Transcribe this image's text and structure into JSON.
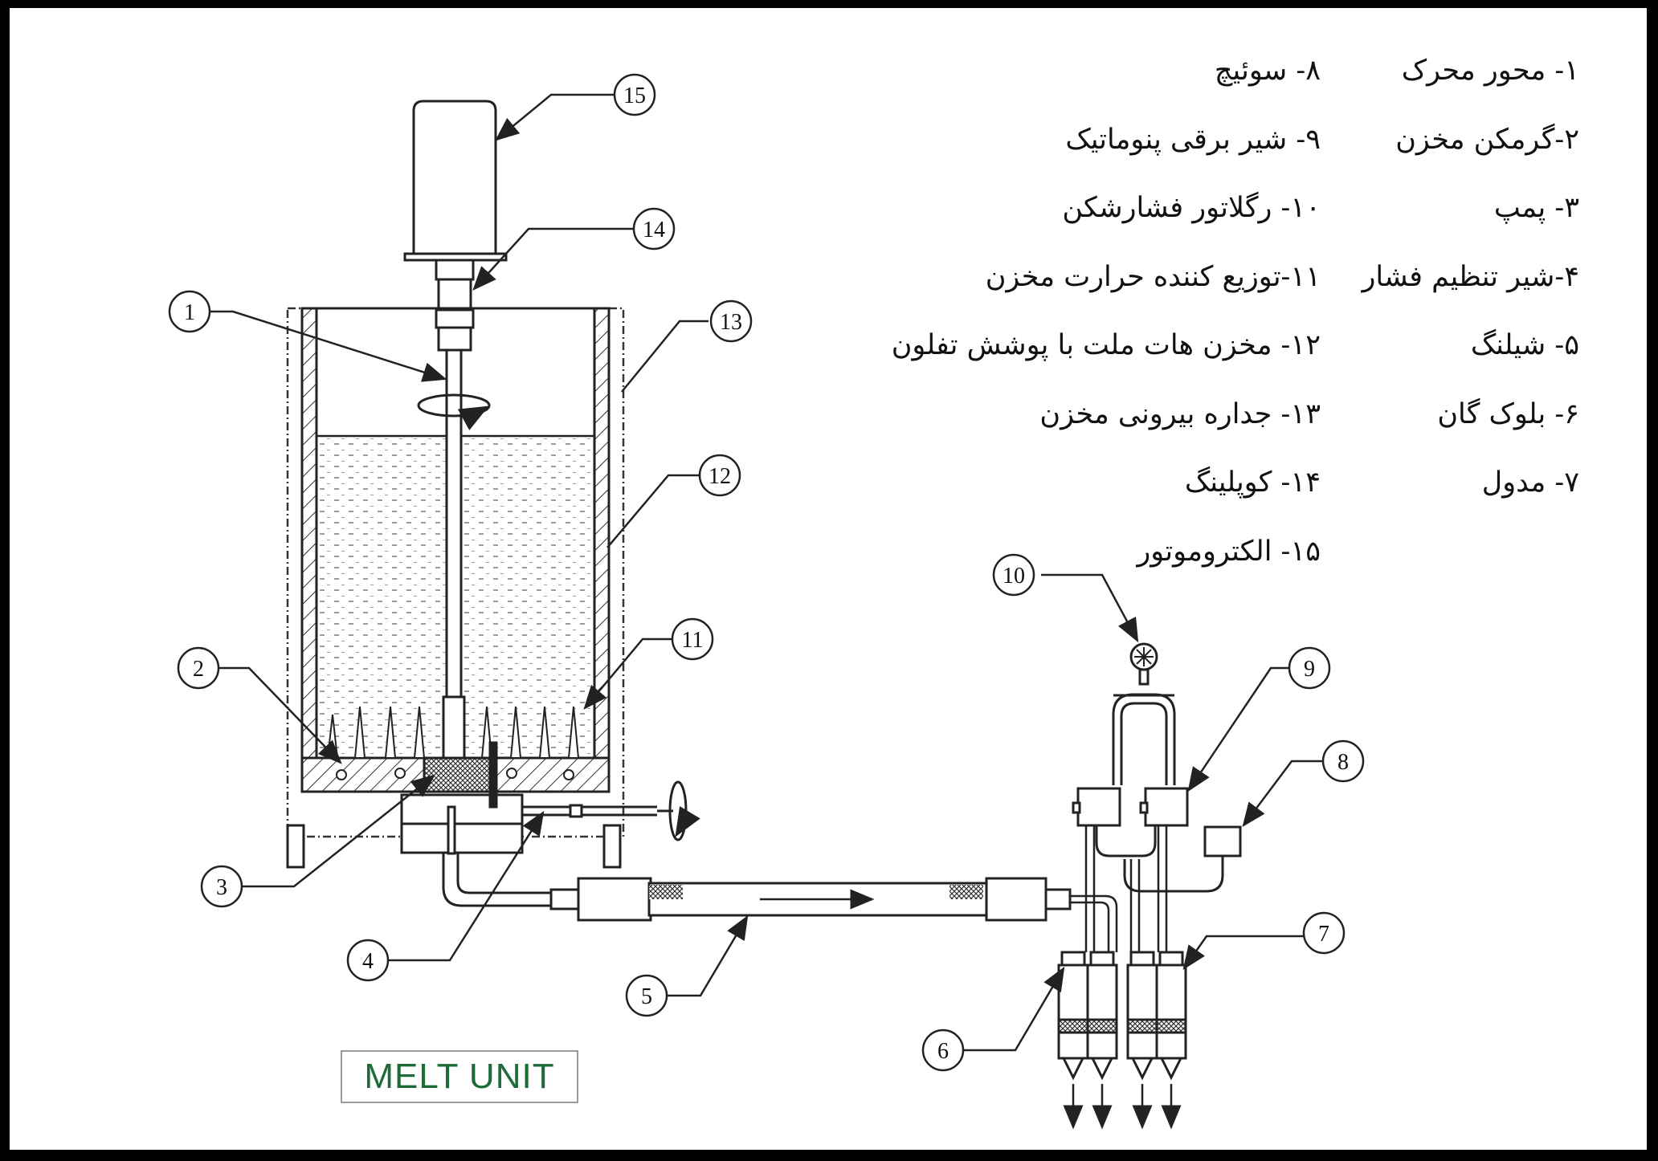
{
  "legend": {
    "right_column": [
      "۱- محور محرک",
      "۲-گرمکن مخزن",
      "۳- پمپ",
      "۴-شیر تنظیم فشار",
      "۵- شیلنگ",
      "۶- بلوک گان",
      "۷- مدول"
    ],
    "left_column": [
      "۸- سوئیچ",
      "۹- شیر برقی پنوماتیک",
      "۱۰- رگلاتور فشارشکن",
      "۱۱-توزیع کننده حرارت مخزن",
      "۱۲- مخزن هات ملت با پوشش تفلون",
      "۱۳- جداره بیرونی مخزن",
      "۱۴- کوپلینگ",
      "۱۵- الکتروموتور"
    ]
  },
  "callouts": [
    "1",
    "2",
    "3",
    "4",
    "5",
    "6",
    "7",
    "8",
    "9",
    "10",
    "11",
    "12",
    "13",
    "14",
    "15"
  ],
  "caption": "MELT UNIT",
  "colors": {
    "frame": "#000000",
    "background": "#ffffff",
    "caption_text": "#1e6b3a",
    "line": "#222222"
  }
}
